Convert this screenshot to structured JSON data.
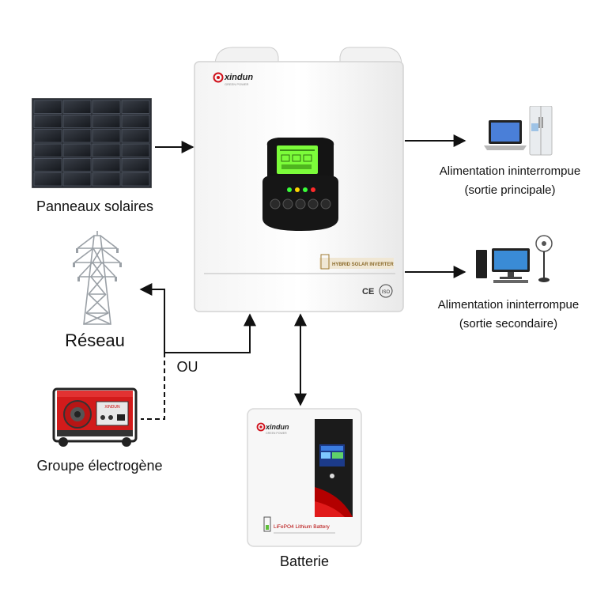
{
  "labels": {
    "solar": "Panneaux solaires",
    "grid": "Réseau",
    "or": "OU",
    "generator": "Groupe électrogène",
    "battery": "Batterie",
    "output_main_line1": "Alimentation ininterrompue",
    "output_main_line2": "(sortie principale)",
    "output_secondary_line1": "Alimentation ininterrompue",
    "output_secondary_line2": "(sortie secondaire)"
  },
  "inverter": {
    "brand": "xindun",
    "brand_tagline": "GREEN POWER",
    "product_text": "HYBRID SOLAR INVERTER",
    "cert_ce": "CE",
    "cert_iso": "ISO"
  },
  "battery_unit": {
    "brand": "xindun",
    "brand_tagline": "GREEN POWER",
    "product_text": "LiFePO4 Lithium Battery"
  },
  "generator_unit": {
    "panel_text": "XINDUN"
  },
  "colors": {
    "arrow": "#111111",
    "lcd": "#7CFC3A",
    "brand_red": "#d0101a",
    "generator_red": "#d21b1b"
  }
}
